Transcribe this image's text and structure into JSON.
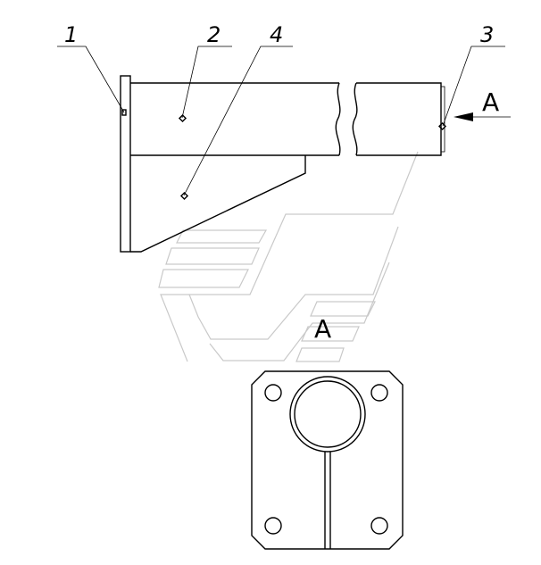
{
  "callouts": [
    {
      "id": "1",
      "label": "1"
    },
    {
      "id": "2",
      "label": "2"
    },
    {
      "id": "4",
      "label": "4"
    },
    {
      "id": "3",
      "label": "3"
    }
  ],
  "view_marker": "A",
  "view_title": "A"
}
